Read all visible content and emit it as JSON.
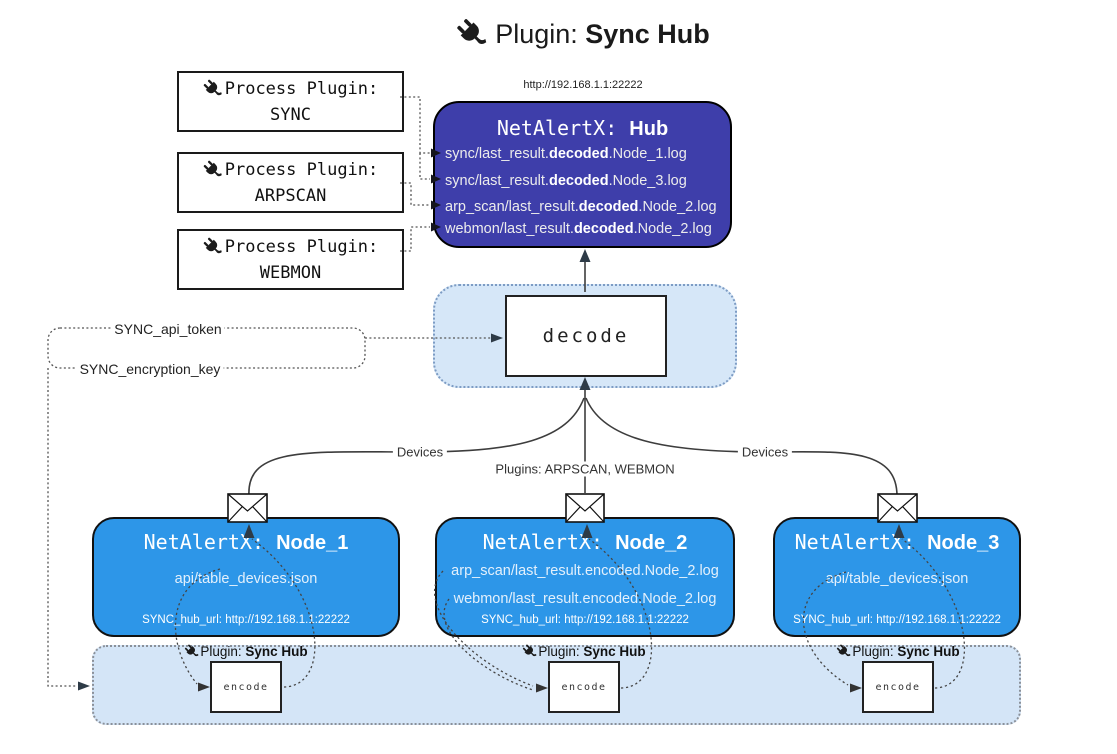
{
  "title": {
    "label": "Plugin: ",
    "bold": "Sync Hub"
  },
  "icons": {
    "plug": "plug-icon",
    "envelope": "envelope-icon"
  },
  "process_plugins": [
    {
      "label": "Process Plugin:",
      "name": "SYNC"
    },
    {
      "label": "Process Plugin:",
      "name": "ARPSCAN"
    },
    {
      "label": "Process Plugin:",
      "name": "WEBMON"
    }
  ],
  "hub": {
    "url": "http://192.168.1.1:22222",
    "title": "NetAlertX: ",
    "title_bold": "Hub",
    "logs": [
      {
        "pre": "sync/last_result.",
        "bold": "decoded",
        "post": ".Node_1.log"
      },
      {
        "pre": "sync/last_result.",
        "bold": "decoded",
        "post": ".Node_3.log"
      },
      {
        "pre": "arp_scan/last_result.",
        "bold": "decoded",
        "post": ".Node_2.log"
      },
      {
        "pre": "webmon/last_result.",
        "bold": "decoded",
        "post": ".Node_2.log"
      }
    ]
  },
  "decode_label": "decode",
  "secrets": {
    "api_token": "SYNC_api_token",
    "encryption_key": "SYNC_encryption_key"
  },
  "edge_labels": {
    "devices_left": "Devices",
    "plugins_mid": "Plugins: ARPSCAN, WEBMON",
    "devices_right": "Devices"
  },
  "nodes": [
    {
      "title": "NetAlertX: ",
      "title_bold": "Node_1",
      "lines": [
        "api/table_devices.json"
      ],
      "hub_url": "SYNC_hub_url: http://192.168.1.1:22222"
    },
    {
      "title": "NetAlertX: ",
      "title_bold": "Node_2",
      "lines": [
        "arp_scan/last_result.encoded.Node_2.log",
        "webmon/last_result.encoded.Node_2.log"
      ],
      "hub_url": "SYNC_hub_url: http://192.168.1.1:22222"
    },
    {
      "title": "NetAlertX: ",
      "title_bold": "Node_3",
      "lines": [
        "api/table_devices.json"
      ],
      "hub_url": "SYNC_hub_url: http://192.168.1.1:22222"
    }
  ],
  "encoders": [
    {
      "label": "Plugin: ",
      "bold": "Sync Hub",
      "box": "encode"
    },
    {
      "label": "Plugin: ",
      "bold": "Sync Hub",
      "box": "encode"
    },
    {
      "label": "Plugin: ",
      "bold": "Sync Hub",
      "box": "encode"
    }
  ],
  "colors": {
    "hub_fill": "#3e3eaa",
    "node_fill": "#2d96e8",
    "panel_fill": "#d6e7f8",
    "line": "#3d3d3d"
  }
}
